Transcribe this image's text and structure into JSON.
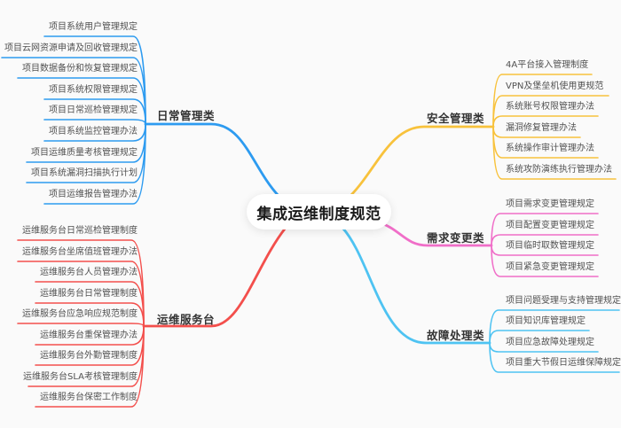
{
  "center": {
    "title": "集成运维制度规范"
  },
  "branches": [
    {
      "name": "日常管理类",
      "color": "#2D9BF0",
      "side": "left-top",
      "leaves": [
        "项目系统用户管理规定",
        "项目云网资源申请及回收管理规定",
        "项目数据备份和恢复管理规定",
        "项目系统权限管理规定",
        "项目日常巡检管理规定",
        "项目系统监控管理办法",
        "项目运维质量考核管理规定",
        "项目系统漏洞扫描执行计划",
        "项目运维报告管理办法"
      ]
    },
    {
      "name": "安全管理类",
      "color": "#F8C23C",
      "side": "right-top",
      "leaves": [
        "4A平台接入管理制度",
        "VPN及堡垒机使用更规范",
        "系统账号权限管理办法",
        "漏洞修复管理办法",
        "系统操作审计管理办法",
        "系统攻防演练执行管理办法"
      ]
    },
    {
      "name": "需求变更类",
      "color": "#F06EC8",
      "side": "right-middle",
      "leaves": [
        "项目需求变更管理规定",
        "项目配置变更管理规定",
        "项目临时取数管理规定",
        "项目紧急变更管理规定"
      ]
    },
    {
      "name": "运维服务台",
      "color": "#F34F4C",
      "side": "left-bottom",
      "leaves": [
        "运维服务台日常巡检管理制度",
        "运维服务台坐席值班管理办法",
        "运维服务台人员管理办法",
        "运维服务台日常管理制度",
        "运维服务台应急响应规范制度",
        "运维服务台重保管理办法",
        "运维服务台外勤管理制度",
        "运维服务台SLA考核管理制度",
        "运维服务台保密工作制度"
      ]
    },
    {
      "name": "故障处理类",
      "color": "#4EC3F2",
      "side": "right-bottom",
      "leaves": [
        "项目问题受理与支持管理规定",
        "项目知识库管理规定",
        "项目应急故障处理规定",
        "项目重大节假日运维保障规定"
      ]
    }
  ]
}
